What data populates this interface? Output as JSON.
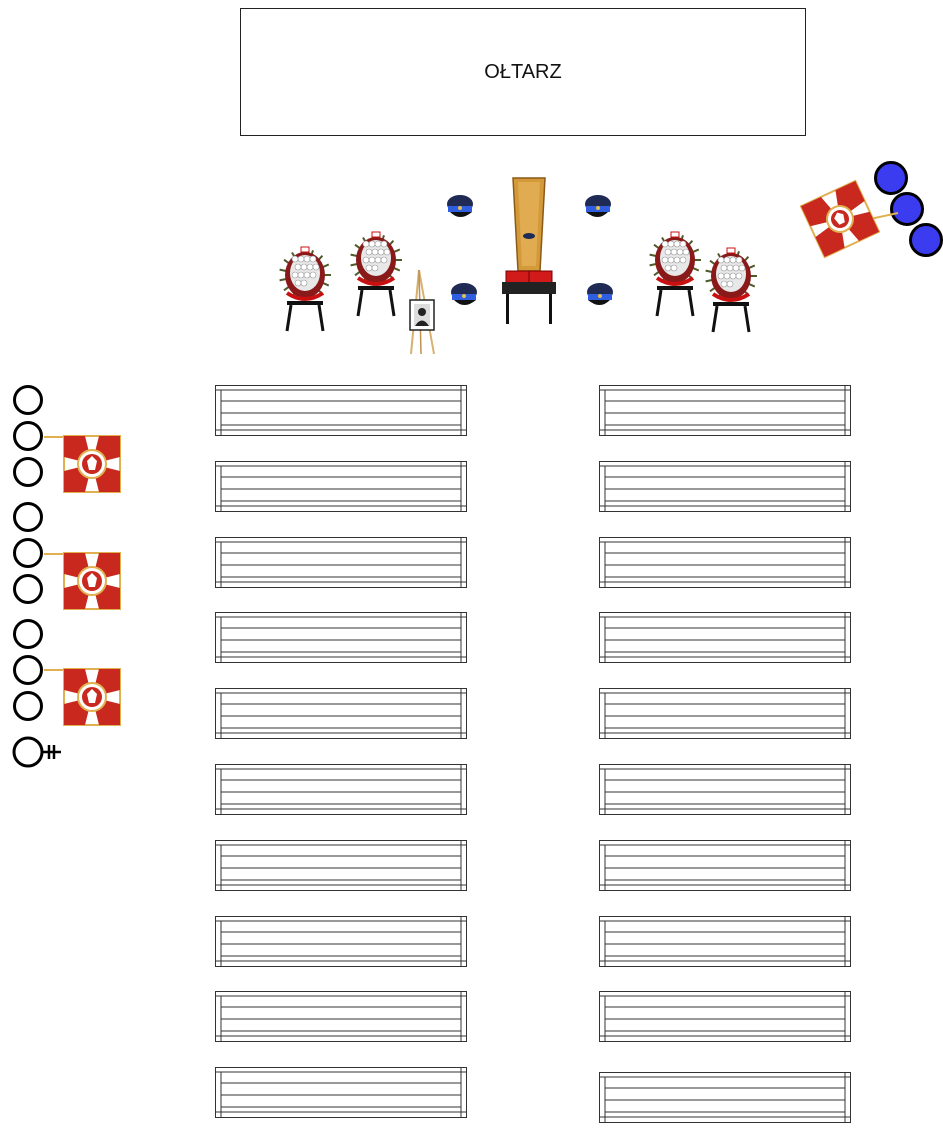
{
  "altar": {
    "label": "OŁTARZ"
  },
  "colors": {
    "flag_red": "#c8281e",
    "flag_gold": "#e0b050",
    "honor_guard": "#3b3bf0",
    "coffin_wood": "#d49a3a",
    "cap_navy": "#1f2a55",
    "pillow_red": "#d11a1a"
  },
  "icons": {
    "coffin": "coffin-icon",
    "wreath": "wreath-icon",
    "cap": "police-cap-icon",
    "portrait": "portrait-easel-icon",
    "banner": "banner-flag-icon",
    "person": "person-circle-icon",
    "leader": "commander-circle-icon",
    "pew": "pew-icon"
  },
  "pews": {
    "left_count": 10,
    "right_count": 10
  },
  "left_column": {
    "persons": 10,
    "banners": 3
  },
  "right_guard": {
    "persons": 3,
    "banners": 1
  }
}
